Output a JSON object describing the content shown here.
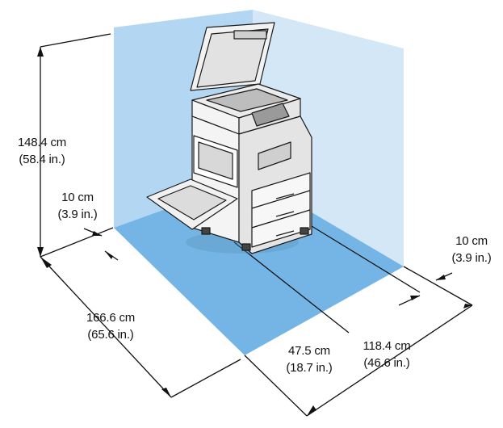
{
  "dimensions": {
    "height": {
      "metric": "148.4 cm",
      "imperial": "(58.4 in.)"
    },
    "left_clearance": {
      "metric": "10 cm",
      "imperial": "(3.9 in.)"
    },
    "width": {
      "metric": "166.6 cm",
      "imperial": "(65.6 in.)"
    },
    "depth_middle": {
      "metric": "47.5 cm",
      "imperial": "(18.7 in.)"
    },
    "depth": {
      "metric": "118.4 cm",
      "imperial": "(46.6 in.)"
    },
    "right_clearance": {
      "metric": "10 cm",
      "imperial": "(3.9 in.)"
    }
  },
  "colors": {
    "floor": "#74b5e6",
    "wall_left": "#b3d6f2",
    "wall_right": "#d3e7f7",
    "line": "#111111",
    "printer_body": "#f4f4f4",
    "printer_outline": "#1a1a1a"
  }
}
